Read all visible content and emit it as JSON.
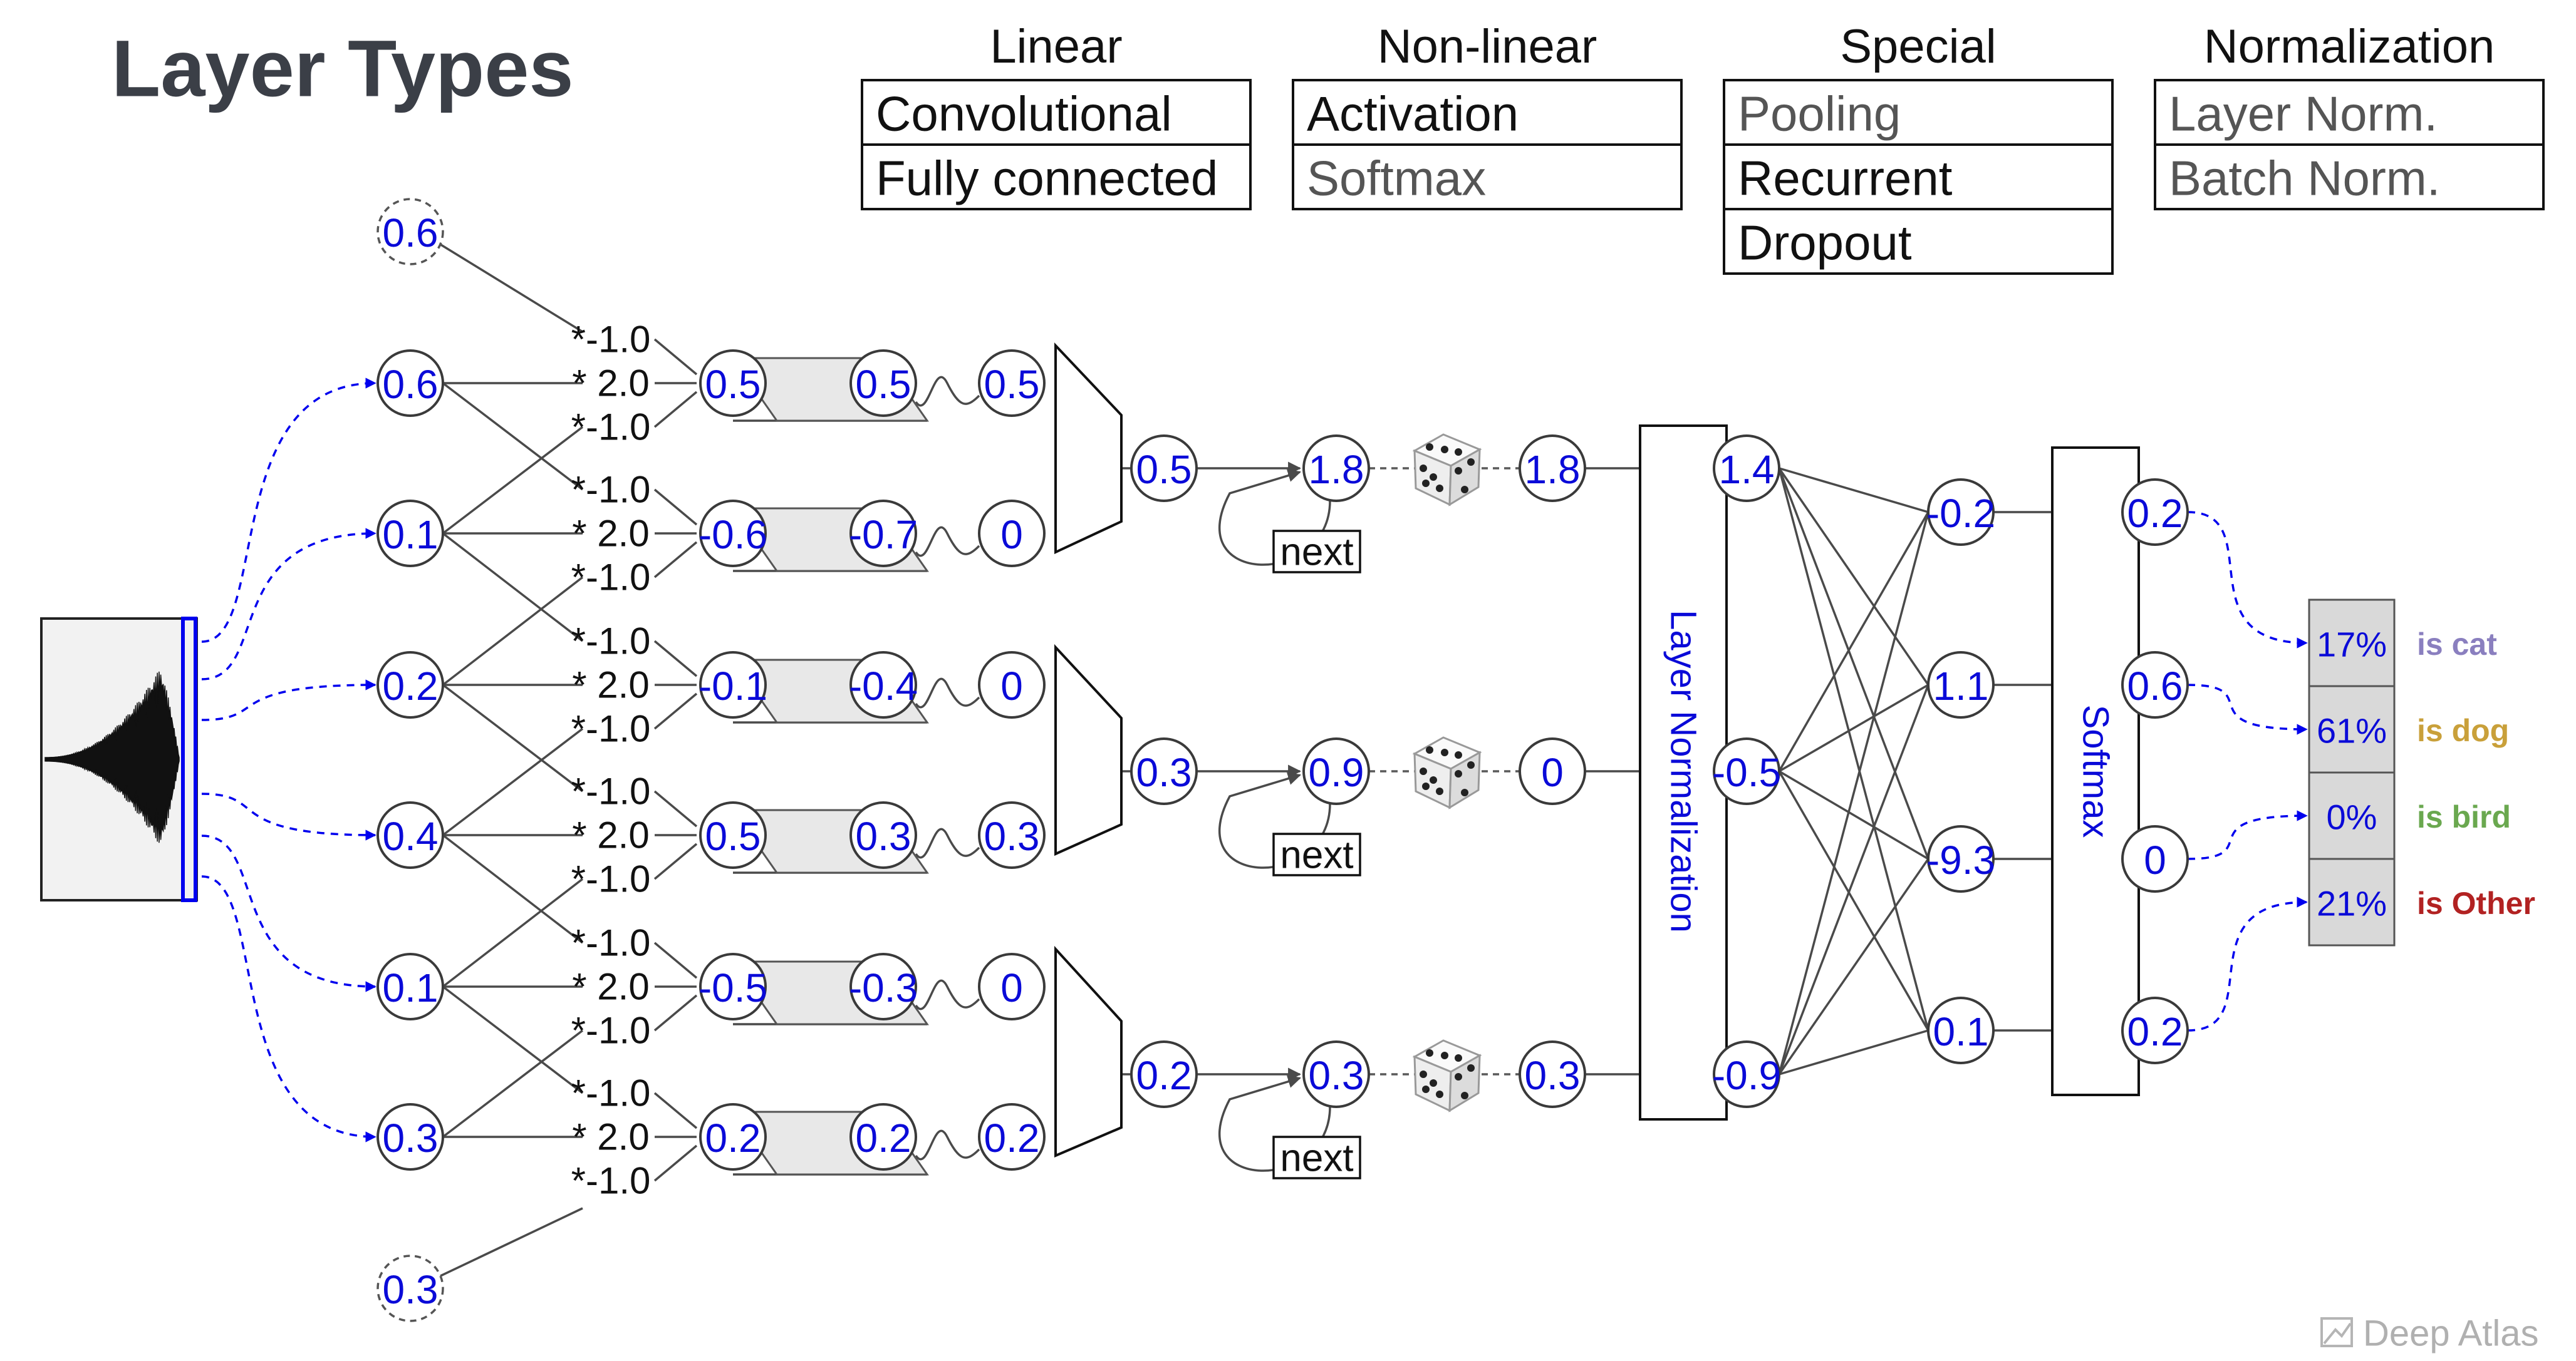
{
  "title": "Layer Types",
  "legend": [
    {
      "header": "Linear",
      "items": [
        {
          "label": "Convolutional",
          "active": true
        },
        {
          "label": "Fully connected",
          "active": true
        }
      ]
    },
    {
      "header": "Non-linear",
      "items": [
        {
          "label": "Activation",
          "active": true
        },
        {
          "label": "Softmax",
          "active": false
        }
      ]
    },
    {
      "header": "Special",
      "items": [
        {
          "label": "Pooling",
          "active": false
        },
        {
          "label": "Recurrent",
          "active": true
        },
        {
          "label": "Dropout",
          "active": true
        }
      ]
    },
    {
      "header": "Normalization",
      "items": [
        {
          "label": "Layer Norm.",
          "active": false
        },
        {
          "label": "Batch Norm.",
          "active": false
        }
      ]
    }
  ],
  "input_padding": [
    "0.6",
    "0.3"
  ],
  "input_nodes": [
    "0.6",
    "0.1",
    "0.2",
    "0.4",
    "0.1",
    "0.3"
  ],
  "conv_weights": [
    [
      "*-1.0",
      "* 2.0",
      "*-1.0"
    ],
    [
      "*-1.0",
      "* 2.0",
      "*-1.0"
    ],
    [
      "*-1.0",
      "* 2.0",
      "*-1.0"
    ],
    [
      "*-1.0",
      "* 2.0",
      "*-1.0"
    ],
    [
      "*-1.0",
      "* 2.0",
      "*-1.0"
    ],
    [
      "*-1.0",
      "* 2.0",
      "*-1.0"
    ]
  ],
  "conv_out": [
    "0.5",
    "-0.6",
    "-0.1",
    "0.5",
    "-0.5",
    "0.2"
  ],
  "fc_out": [
    "0.5",
    "-0.7",
    "-0.4",
    "0.3",
    "-0.3",
    "0.2"
  ],
  "activation_out": [
    "0.5",
    "0",
    "0",
    "0.3",
    "0",
    "0.2"
  ],
  "pool_out": [
    "0.5",
    "0.3",
    "0.2"
  ],
  "recurrent_out": [
    "1.8",
    "0.9",
    "0.3"
  ],
  "next_label": "next",
  "dropout_out": [
    "1.8",
    "0",
    "0.3"
  ],
  "layer_norm_label": "Layer Normalization",
  "norm_out": [
    "1.4",
    "-0.5",
    "-0.9"
  ],
  "dense_out": [
    "-0.2",
    "1.1",
    "-9.3",
    "0.1"
  ],
  "softmax_label": "Softmax",
  "softmax_out": [
    "0.2",
    "0.6",
    "0",
    "0.2"
  ],
  "outputs": [
    {
      "pct": "17%",
      "label": "is cat",
      "color": "#8a7fbf"
    },
    {
      "pct": "61%",
      "label": "is dog",
      "color": "#c9a03a"
    },
    {
      "pct": "0%",
      "label": "is bird",
      "color": "#6aa84f"
    },
    {
      "pct": "21%",
      "label": "is Other",
      "color": "#b22222"
    }
  ],
  "watermark": "Deep Atlas",
  "colors": {
    "node_value": "#0a0ad8",
    "dash": "#0000ee",
    "inactive_text": "#555555"
  }
}
